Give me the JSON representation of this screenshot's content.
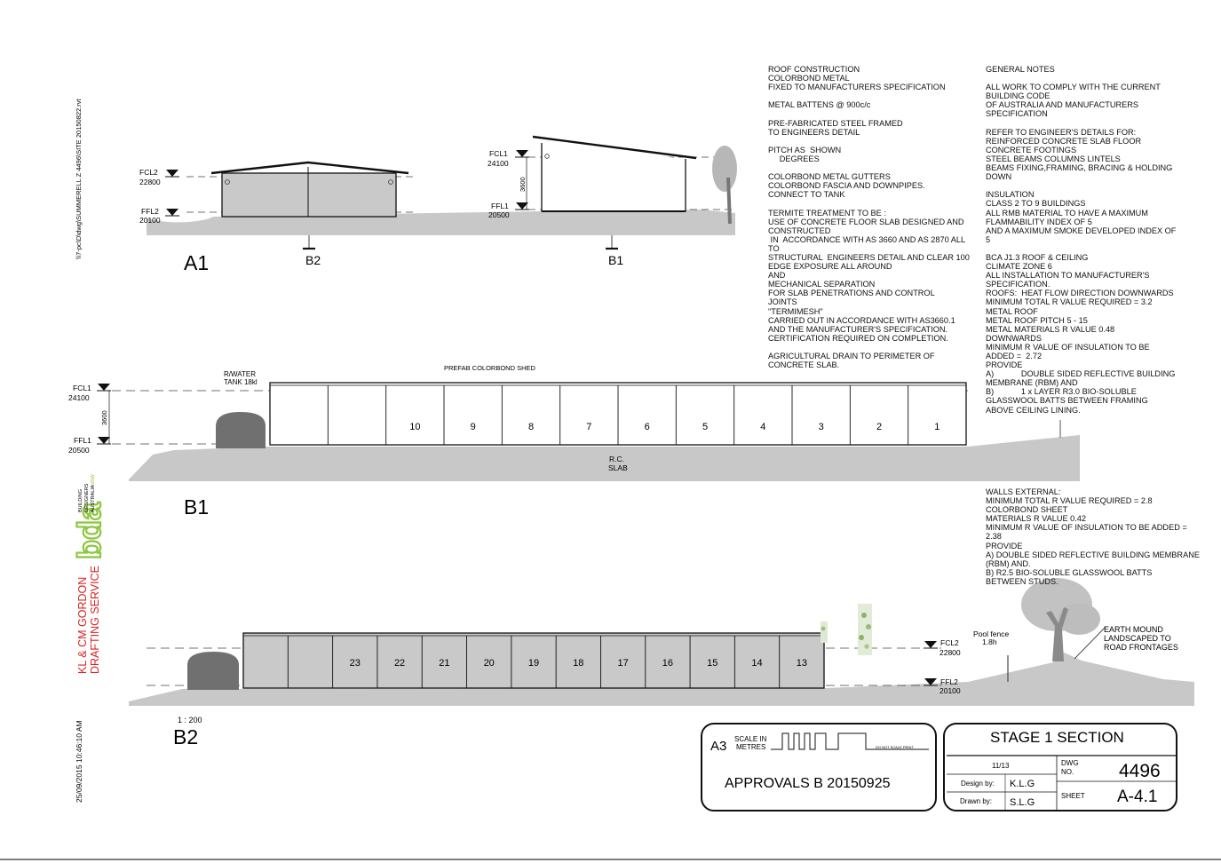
{
  "views": {
    "a1": "A1",
    "b1": "B1",
    "b2": "B2",
    "scale_text": "1 : 200"
  },
  "sidebar": {
    "file_path": "\\\\7-pc\\D\\dwg\\SUMMERELL Z 4496\\SITE 20150822.rvt",
    "company_line1": "KL & CM GORDON",
    "company_line2": "DRAFTING SERVICE",
    "bda_logo": "bda",
    "bda_sub1": "BUILDING",
    "bda_sub2": "DESIGNERS",
    "bda_sub3": "AUSTRALIA",
    "bda_sub4": "NSW",
    "timestamp": "25/09/2015 10:46:10 AM"
  },
  "levels": {
    "fcl2": "FCL2",
    "fcl2_val": "22800",
    "ffl2": "FFL2",
    "ffl2_val": "20100",
    "fcl1": "FCL1",
    "fcl1_val": "24100",
    "ffl1": "FFL1",
    "ffl1_val": "20500",
    "dim_3600": "3600"
  },
  "a1": {
    "marker_b2": "B2",
    "marker_b1": "B1"
  },
  "b1": {
    "rwt_line1": "R/WATER",
    "rwt_line2": "TANK 18kl",
    "shed_label": "PREFAB COLORBOND SHED",
    "slab_line1": "R.C.",
    "slab_line2": "SLAB",
    "bays": [
      "",
      "",
      "10",
      "9",
      "8",
      "7",
      "6",
      "5",
      "4",
      "3",
      "2",
      "1"
    ]
  },
  "b2": {
    "bays": [
      "",
      "",
      "23",
      "22",
      "21",
      "20",
      "19",
      "18",
      "17",
      "16",
      "15",
      "14",
      "13"
    ],
    "pool_fence_1": "Pool fence",
    "pool_fence_2": "1.8h",
    "mound_1": "EARTH MOUND",
    "mound_2": "LANDSCAPED TO",
    "mound_3": "ROAD FRONTAGES"
  },
  "notes": {
    "roof": "ROOF CONSTRUCTION\nCOLORBOND METAL\nFIXED TO MANUFACTURERS SPECIFICATION\n\nMETAL BATTENS @ 900c/c\n\nPRE-FABRICATED STEEL FRAMED\nTO ENGINEERS DETAIL\n\nPITCH AS  SHOWN\n     DEGREES\n\nCOLORBOND METAL GUTTERS\nCOLORBOND FASCIA AND DOWNPIPES.\nCONNECT TO TANK\n\nTERMITE TREATMENT TO BE :\nUSE OF CONCRETE FLOOR SLAB DESIGNED AND\nCONSTRUCTED\n IN  ACCORDANCE WITH AS 3660 AND AS 2870 ALL\nTO\nSTRUCTURAL  ENGINEERS DETAIL AND CLEAR 100\nEDGE EXPOSURE ALL AROUND\nAND\nMECHANICAL SEPARATION\nFOR SLAB PENETRATIONS AND CONTROL\nJOINTS\n\"TERMIMESH\"\nCARRIED OUT IN ACCORDANCE WITH AS3660.1\nAND THE MANUFACTURER'S SPECIFICATION.\nCERTIFICATION REQUIRED ON COMPLETION.\n\nAGRICULTURAL DRAIN TO PERIMETER OF\nCONCRETE SLAB.",
    "general": "GENERAL NOTES\n\nALL WORK TO COMPLY WITH THE CURRENT\nBUILDING CODE\nOF AUSTRALIA AND MANUFACTURERS\nSPECIFICATION\n\nREFER TO ENGINEER'S DETAILS FOR:\nREINFORCED CONCRETE SLAB FLOOR\nCONCRETE FOOTINGS\nSTEEL BEAMS COLUMNS LINTELS\nBEAMS FIXING,FRAMING, BRACING & HOLDING\nDOWN\n\nINSULATION\nCLASS 2 TO 9 BUILDINGS\nALL RMB MATERIAL TO HAVE A MAXIMUM\nFLAMMABILITY INDEX OF 5\nAND A MAXIMUM SMOKE DEVELOPED INDEX OF\n5\n\nBCA J1.3 ROOF & CEILING\nCLIMATE ZONE 6\nALL INSTALLATION TO MANUFACTURER'S\nSPECIFICATION.\nROOFS:  HEAT FLOW DIRECTION DOWNWARDS\nMINIMUM TOTAL R VALUE REQUIRED = 3.2\nMETAL ROOF\nMETAL ROOF PITCH 5 - 15\nMETAL MATERIALS R VALUE 0.48\nDOWNWARDS\nMINIMUM R VALUE OF INSULATION TO BE\nADDED =  2.72\nPROVIDE\nA)            DOUBLE SIDED REFLECTIVE BUILDING\nMEMBRANE (RBM) AND\nB)            1 x LAYER R3.0 BIO-SOLUBLE\nGLASSWOOL BATTS BETWEEN FRAMING\nABOVE CEILING LINING.",
    "walls": "WALLS EXTERNAL:\nMINIMUM TOTAL R VALUE REQUIRED = 2.8\nCOLORBOND SHEET\nMATERIALS R VALUE 0.42\nMINIMUM R VALUE OF INSULATION TO BE ADDED =\n2.38\nPROVIDE\nA) DOUBLE SIDED REFLECTIVE BUILDING MEMBRANE\n(RBM) AND.\nB) R2.5 BIO-SOLUBLE GLASSWOOL BATTS\nBETWEEN STUDS."
  },
  "titleblock": {
    "sheet_size": "A3",
    "scale_line1": "SCALE IN",
    "scale_line2": "METRES",
    "do_not_scale": "DO NOT SCALE PRINT",
    "approvals": "APPROVALS B 20150925",
    "title": "STAGE 1 SECTION",
    "date": "11/13",
    "dwg_line1": "DWG",
    "dwg_line2": "NO.",
    "dwg_no": "4496",
    "design_label": "Design by:",
    "design_value": "K.L.G",
    "drawn_label": "Drawn by:",
    "drawn_value": "S.L.G",
    "sheet_label": "SHEET",
    "sheet_value": "A-4.1"
  }
}
